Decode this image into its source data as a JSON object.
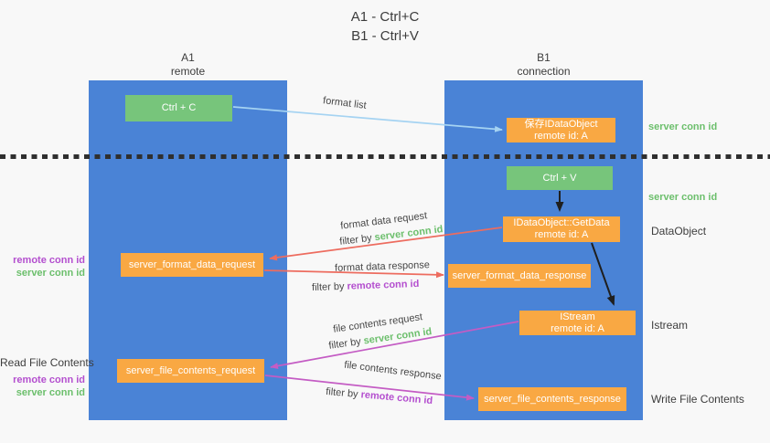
{
  "title": {
    "line1": "A1 - Ctrl+C",
    "line2": "B1 - Ctrl+V"
  },
  "columns": {
    "left": {
      "name": "A1",
      "subtitle": "remote"
    },
    "right": {
      "name": "B1",
      "subtitle": "connection"
    }
  },
  "nodes": {
    "ctrl_c": {
      "label": "Ctrl + C"
    },
    "save_idataobject": {
      "line1": "保存IDataObject",
      "line2": "remote id: A"
    },
    "ctrl_v": {
      "label": "Ctrl + V"
    },
    "getdata": {
      "line1": "IDataObject::GetData",
      "line2": "remote id: A"
    },
    "server_format_data_request": {
      "label": "server_format_data_request"
    },
    "server_format_data_response": {
      "label": "server_format_data_response"
    },
    "istream": {
      "line1": "IStream",
      "line2": "remote id: A"
    },
    "server_file_contents_request": {
      "label": "server_file_contents_request"
    },
    "server_file_contents_response": {
      "label": "server_file_contents_response"
    }
  },
  "flow_labels": {
    "format_list": "format list",
    "format_data_request": "format data request",
    "format_data_response": "format data response",
    "file_contents_request": "file contents request",
    "file_contents_response": "file contents response",
    "filter_by": "filter by ",
    "server_conn_id": "server conn id",
    "remote_conn_id": "remote conn id"
  },
  "right_labels": {
    "server_conn_id_top": "server conn id",
    "server_conn_id_mid": "server conn id",
    "dataobject": "DataObject",
    "istream": "Istream",
    "write_file_contents": "Write File Contents"
  },
  "left_labels": {
    "format_remote_conn_id": "remote conn id",
    "format_server_conn_id": "server conn id",
    "read_file_contents": "Read File Contents",
    "file_remote_conn_id": "remote conn id",
    "file_server_conn_id": "server conn id"
  },
  "colors": {
    "lifeline_blue": "#4a83d6",
    "action_green": "#77c57b",
    "node_orange": "#f9a843",
    "arrow_light_blue": "#a5d3f2",
    "arrow_red": "#ed6c5f",
    "arrow_magenta": "#c45cc4",
    "arrow_black": "#1f1f1f",
    "text_green": "#6cbf6c",
    "text_purple": "#b44fcf",
    "text_dark": "#3d3d3d",
    "background": "#f8f8f8"
  }
}
